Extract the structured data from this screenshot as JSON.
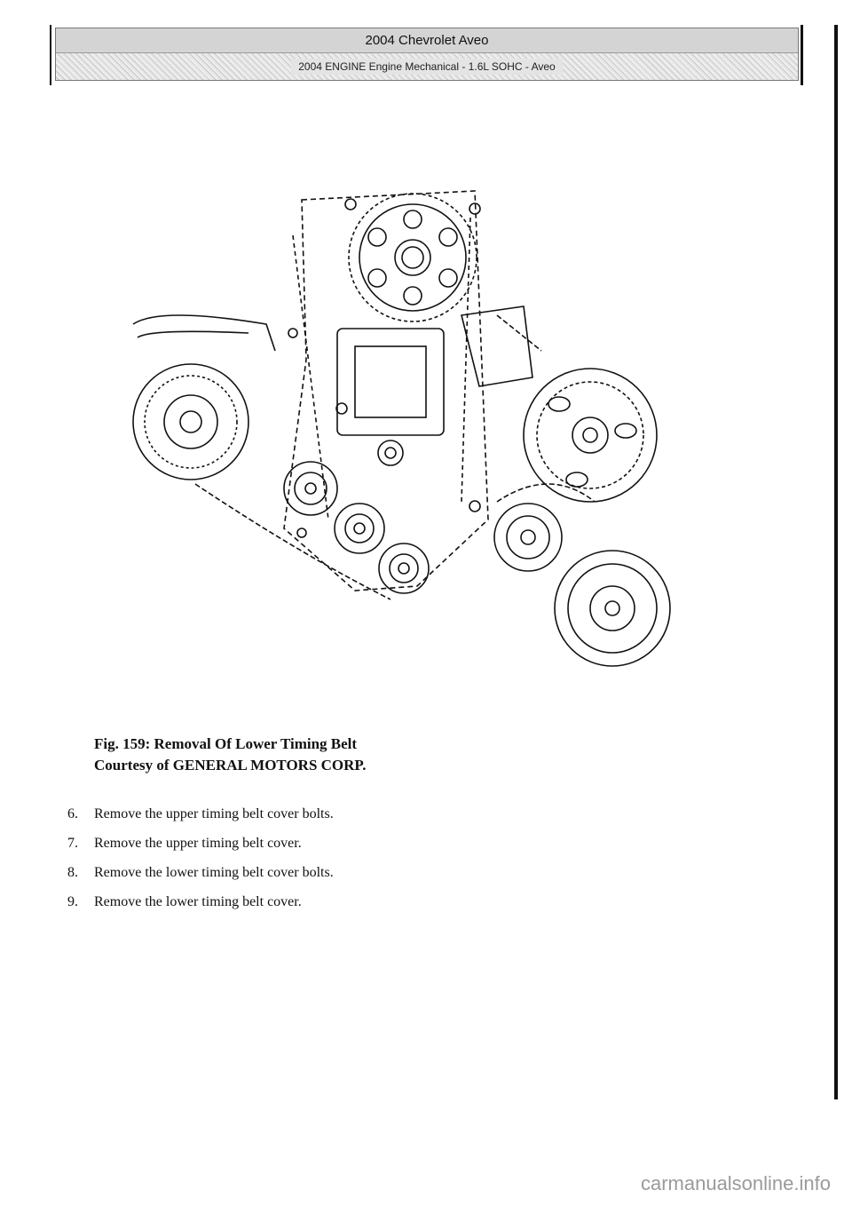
{
  "header": {
    "title": "2004 Chevrolet Aveo",
    "subtitle": "2004 ENGINE Engine Mechanical - 1.6L SOHC - Aveo"
  },
  "figure": {
    "caption_line1": "Fig. 159: Removal Of Lower Timing Belt",
    "caption_line2": "Courtesy of GENERAL MOTORS CORP."
  },
  "steps": [
    {
      "num": "6.",
      "text": "Remove the upper timing belt cover bolts."
    },
    {
      "num": "7.",
      "text": "Remove the upper timing belt cover."
    },
    {
      "num": "8.",
      "text": "Remove the lower timing belt cover bolts."
    },
    {
      "num": "9.",
      "text": "Remove the lower timing belt cover."
    }
  ],
  "watermark": "carmanualsonline.info"
}
